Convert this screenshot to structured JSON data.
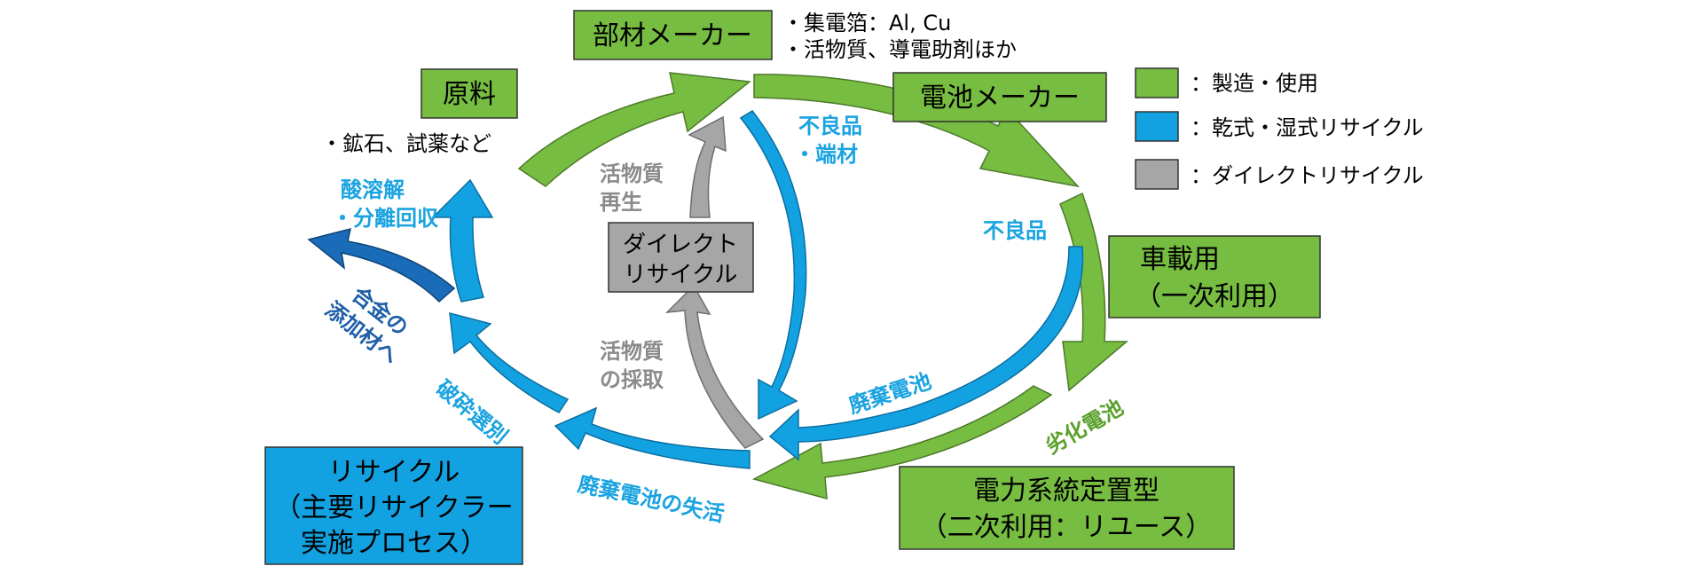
{
  "colors": {
    "green": "#77bd41",
    "blue": "#12a2e2",
    "gray": "#a6a6a6",
    "dark_blue": "#1a6bb8",
    "border": "#333333"
  },
  "boxes": {
    "parts_maker": "部材メーカー",
    "raw_material": "原料",
    "battery_maker": "電池メーカー",
    "automotive_line1": "車載用",
    "automotive_line2": "（一次利用）",
    "stationary_line1": "電力系統定置型",
    "stationary_line2": "（二次利用：リユース）",
    "recycle_line1": "リサイクル",
    "recycle_line2": "（主要リサイクラー",
    "recycle_line3": "実施プロセス）",
    "direct_line1": "ダイレクト",
    "direct_line2": "リサイクル"
  },
  "notes": {
    "parts_note1": "・集電箔：Al, Cu",
    "parts_note2": "・活物質、導電助剤ほか",
    "raw_note": "・鉱石、試薬など"
  },
  "labels": {
    "acid_line1": "酸溶解",
    "acid_line2": "・分離回収",
    "alloy_line1": "合金の",
    "alloy_line2": "添加材へ",
    "crush": "破砕選別",
    "deactivate": "廃棄電池の失活",
    "waste_battery": "廃棄電池",
    "degraded": "劣化電池",
    "defect_right": "不良品",
    "defect_top_line1": "不良品",
    "defect_top_line2": "・端材",
    "regen_line1": "活物質",
    "regen_line2": "再生",
    "collect_line1": "活物質",
    "collect_line2": "の採取"
  },
  "legend": [
    {
      "color": "#77bd41",
      "label": "：製造・使用"
    },
    {
      "color": "#12a2e2",
      "label": "：乾式・湿式リサイクル"
    },
    {
      "color": "#a6a6a6",
      "label": "：ダイレクトリサイクル"
    }
  ]
}
